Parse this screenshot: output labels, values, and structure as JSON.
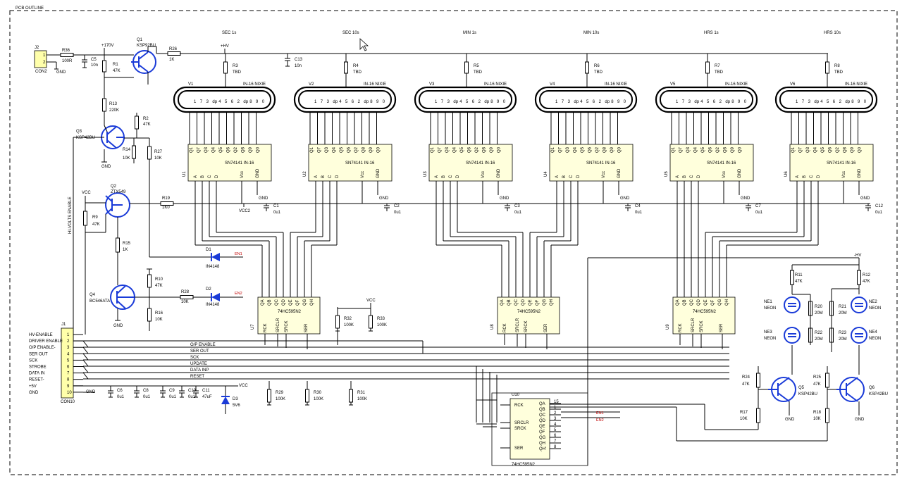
{
  "outline_label": "PCB OUTLINE",
  "digit_labels": [
    "SEC 1s",
    "SEC 10s",
    "MIN 1s",
    "MIN 10s",
    "HRS 1s",
    "HRS 10s"
  ],
  "tubes": [
    {
      "ref": "V1",
      "part": "IN-16 NIXIE",
      "digit": "SEC 1s",
      "rref": "R3",
      "rval": "TBD",
      "driver": "U1"
    },
    {
      "ref": "V2",
      "part": "IN-16 NIXIE",
      "digit": "SEC 10s",
      "rref": "R4",
      "rval": "TBD",
      "driver": "U2"
    },
    {
      "ref": "V3",
      "part": "IN-16 NIXIE",
      "digit": "MIN 1s",
      "rref": "R5",
      "rval": "TBD",
      "driver": "U3"
    },
    {
      "ref": "V4",
      "part": "IN-16 NIXIE",
      "digit": "MIN 10s",
      "rref": "R6",
      "rval": "TBD",
      "driver": "U4"
    },
    {
      "ref": "V5",
      "part": "IN-16 NIXIE",
      "digit": "HRS 1s",
      "rref": "R7",
      "rval": "TBD",
      "driver": "U5"
    },
    {
      "ref": "V6",
      "part": "IN-16 NIXIE",
      "digit": "HRS 10s",
      "rref": "R8",
      "rval": "TBD",
      "driver": "U6"
    }
  ],
  "tube_pins": [
    "1",
    "7",
    "3",
    "dp",
    "4",
    "5",
    "6",
    "2",
    "dp",
    "8",
    "9",
    "0"
  ],
  "driver_part": "SN74141 IN-16",
  "driver_out_pins": [
    "Q1",
    "Q7",
    "Q3",
    "Q4",
    "Q5",
    "Q6",
    "Q2",
    "Q8",
    "Q9",
    "Q0"
  ],
  "driver_in_pins": [
    "A",
    "B",
    "C",
    "D",
    "Vcc",
    "GND"
  ],
  "driver_decoupling": [
    {
      "ref": "C1",
      "val": "0u1"
    },
    {
      "ref": "C2",
      "val": "0u1"
    },
    {
      "ref": "C3",
      "val": "0u1"
    },
    {
      "ref": "C4",
      "val": "0u1"
    },
    {
      "ref": "C7",
      "val": "0u1"
    },
    {
      "ref": "C12",
      "val": "0u1"
    }
  ],
  "shift_regs": [
    {
      "ref": "U7",
      "part": "74HC595N2"
    },
    {
      "ref": "U8",
      "part": "74HC595N2"
    },
    {
      "ref": "U9",
      "part": "74HC595N2"
    },
    {
      "ref": "U10",
      "part": "74HC595N2"
    }
  ],
  "sr_out_pins": [
    "QA",
    "QB",
    "QC",
    "QD",
    "QE",
    "QF",
    "QG",
    "QH"
  ],
  "sr_ctrl_pins": [
    "RCK",
    "SRCLR",
    "SRCK",
    "SER"
  ],
  "u10_pins": [
    "QA",
    "QB",
    "QC",
    "QD",
    "QE",
    "QF",
    "QG",
    "QH",
    "QH'"
  ],
  "u10_ctrl": [
    "RCK",
    "SRCLR",
    "SRCK",
    "SER"
  ],
  "hv_supply": {
    "j2": "J2",
    "con2": "CON2",
    "r36": "R36",
    "r36v": "100R",
    "c5": "C5",
    "c5v": "10n",
    "hv170": "+170V",
    "q1": "Q1",
    "q1p": "KSP92BU",
    "r1": "R1",
    "r1v": "47K",
    "r26": "R26",
    "r26v": "1K",
    "c13": "C13",
    "c13v": "10n",
    "hv": "+HV",
    "r13": "R13",
    "r13v": "220K",
    "q3": "Q3",
    "q3p": "KSP42BU",
    "r2": "R2",
    "r2v": "47K",
    "r14": "R14",
    "r14v": "10K",
    "r27": "R27",
    "r27v": "10K",
    "q2": "Q2",
    "q2p": "ZTX549",
    "r19": "R19",
    "r19v": "1K0",
    "r9": "R9",
    "r9v": "47K",
    "r15": "R15",
    "r15v": "1K",
    "q4": "Q4",
    "q4p": "BC546ATA",
    "r10": "R10",
    "r10v": "47K",
    "r28": "R28",
    "r28v": "10K",
    "r16": "R16",
    "r16v": "10K",
    "d1": "D1",
    "d2": "D2",
    "dpart": "IN4148",
    "vcc": "VCC",
    "vcc2": "VCC2",
    "hv_enable": "HI-VOLTS ENABLE"
  },
  "enable_nets": [
    "EN1",
    "EN2"
  ],
  "connector": {
    "ref": "J1",
    "part": "CON10",
    "gnd": "GND",
    "pins": [
      "1",
      "2",
      "3",
      "4",
      "5",
      "6",
      "7",
      "8",
      "9",
      "10"
    ],
    "labels": [
      "HV-ENABLE",
      "DRIVER ENABLE",
      "O/P ENABLE-",
      "SER OUT",
      "SCK",
      "STROBE",
      "DATA IN",
      "RESET-",
      "+5V",
      "GND"
    ]
  },
  "bus_nets": [
    "O/P ENABLE",
    "SER OUT",
    "SCK",
    "UPDATE",
    "DATA INP",
    "RESET"
  ],
  "power_decoupling": [
    {
      "ref": "C6",
      "val": "0u1"
    },
    {
      "ref": "C8",
      "val": "0u1"
    },
    {
      "ref": "C9",
      "val": "0u1"
    },
    {
      "ref": "C10",
      "val": "0u1"
    },
    {
      "ref": "C11",
      "val": "47uF"
    }
  ],
  "zener": {
    "ref": "D3",
    "val": "5V6",
    "net": "VCC"
  },
  "pullups": [
    {
      "ref": "R29",
      "val": "100K"
    },
    {
      "ref": "R30",
      "val": "100K"
    },
    {
      "ref": "R31",
      "val": "100K"
    },
    {
      "ref": "R32",
      "val": "100K"
    },
    {
      "ref": "R33",
      "val": "100K"
    }
  ],
  "vcc_label": "VCC",
  "neon": {
    "hv": "-HV",
    "r11": "R11",
    "r11v": "47K",
    "r12": "R12",
    "r12v": "47K",
    "ne1": "NE1",
    "ne2": "NE2",
    "ne3": "NE3",
    "ne4": "NE4",
    "neon": "NEON",
    "r20": "R20",
    "r21": "R21",
    "r22": "R22",
    "r23": "R23",
    "r20m": "20M",
    "q5": "Q5",
    "q6": "Q6",
    "qp": "KSP42BU",
    "r24": "R24",
    "r24v": "47K",
    "r25": "R25",
    "r25v": "47K",
    "r17": "R17",
    "r17v": "10K",
    "r18": "R18",
    "r18v": "10K",
    "gnd": "GND"
  }
}
